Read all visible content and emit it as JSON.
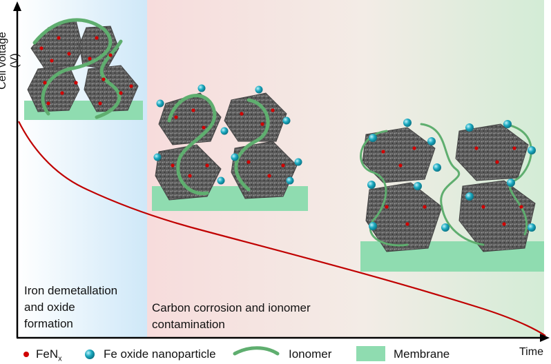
{
  "axes": {
    "y_label": "Cell voltage (V)",
    "x_label": "Time"
  },
  "regions": [
    {
      "label_line1": "Iron demetallation",
      "label_line2": "and oxide",
      "label_line3": "formation",
      "color": "#d6ecfb"
    },
    {
      "label_line1": "Carbon corrosion and ionomer",
      "label_line2": "contamination",
      "color": "#f6dede"
    }
  ],
  "legend": {
    "fenx_main": "FeN",
    "fenx_sub": "x",
    "fe_oxide": "Fe oxide nanoparticle",
    "ionomer": "Ionomer",
    "membrane": "Membrane"
  },
  "colors": {
    "curve": "#c00000",
    "fenx_dot": "#d00000",
    "fe_oxide_dot": "#1aa8bf",
    "ionomer": "#5fae6f",
    "membrane": "#8fdcb0",
    "carbon": "#6e6e6e",
    "bg_green": "#d7eedc"
  }
}
